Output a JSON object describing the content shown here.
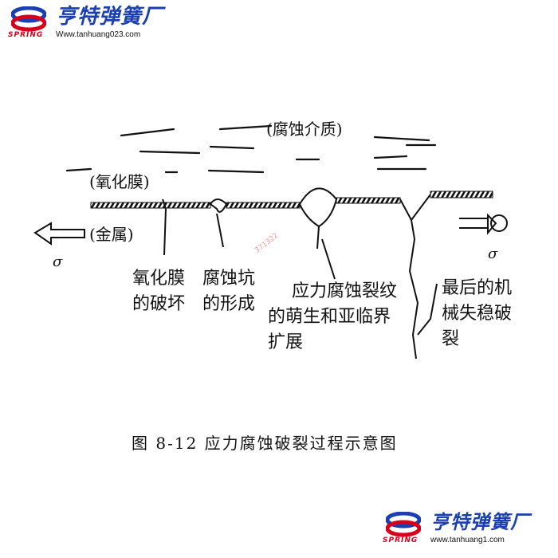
{
  "brand_top": {
    "name": "亨特弹簧厂",
    "url": "Www.tanhuang023.com",
    "logo_text": "SPRING"
  },
  "brand_bottom": {
    "name": "亨特弹簧厂",
    "url": "www.tanhuang1.com",
    "logo_text": "SPRING"
  },
  "colors": {
    "brand_blue": "#1a3fb0",
    "brand_red": "#d6001c",
    "ink": "#111111"
  },
  "diagram": {
    "medium_label": "(腐蚀介质)",
    "oxide_label": "(氧化膜)",
    "metal_label": "(金属)",
    "sigma_left": "σ",
    "sigma_right": "σ",
    "stages": [
      {
        "line1": "氧化膜",
        "line2": "的破坏"
      },
      {
        "line1": "腐蚀坑",
        "line2": "的形成"
      },
      {
        "line1": "应力腐蚀裂纹",
        "line2": "的萌生和亚临界",
        "line3": "扩展"
      },
      {
        "line1": "最后的机",
        "line2": "械失稳破",
        "line3": "裂"
      }
    ],
    "watermark": "371322"
  },
  "caption": "图 8-12   应力腐蚀破裂过程示意图"
}
